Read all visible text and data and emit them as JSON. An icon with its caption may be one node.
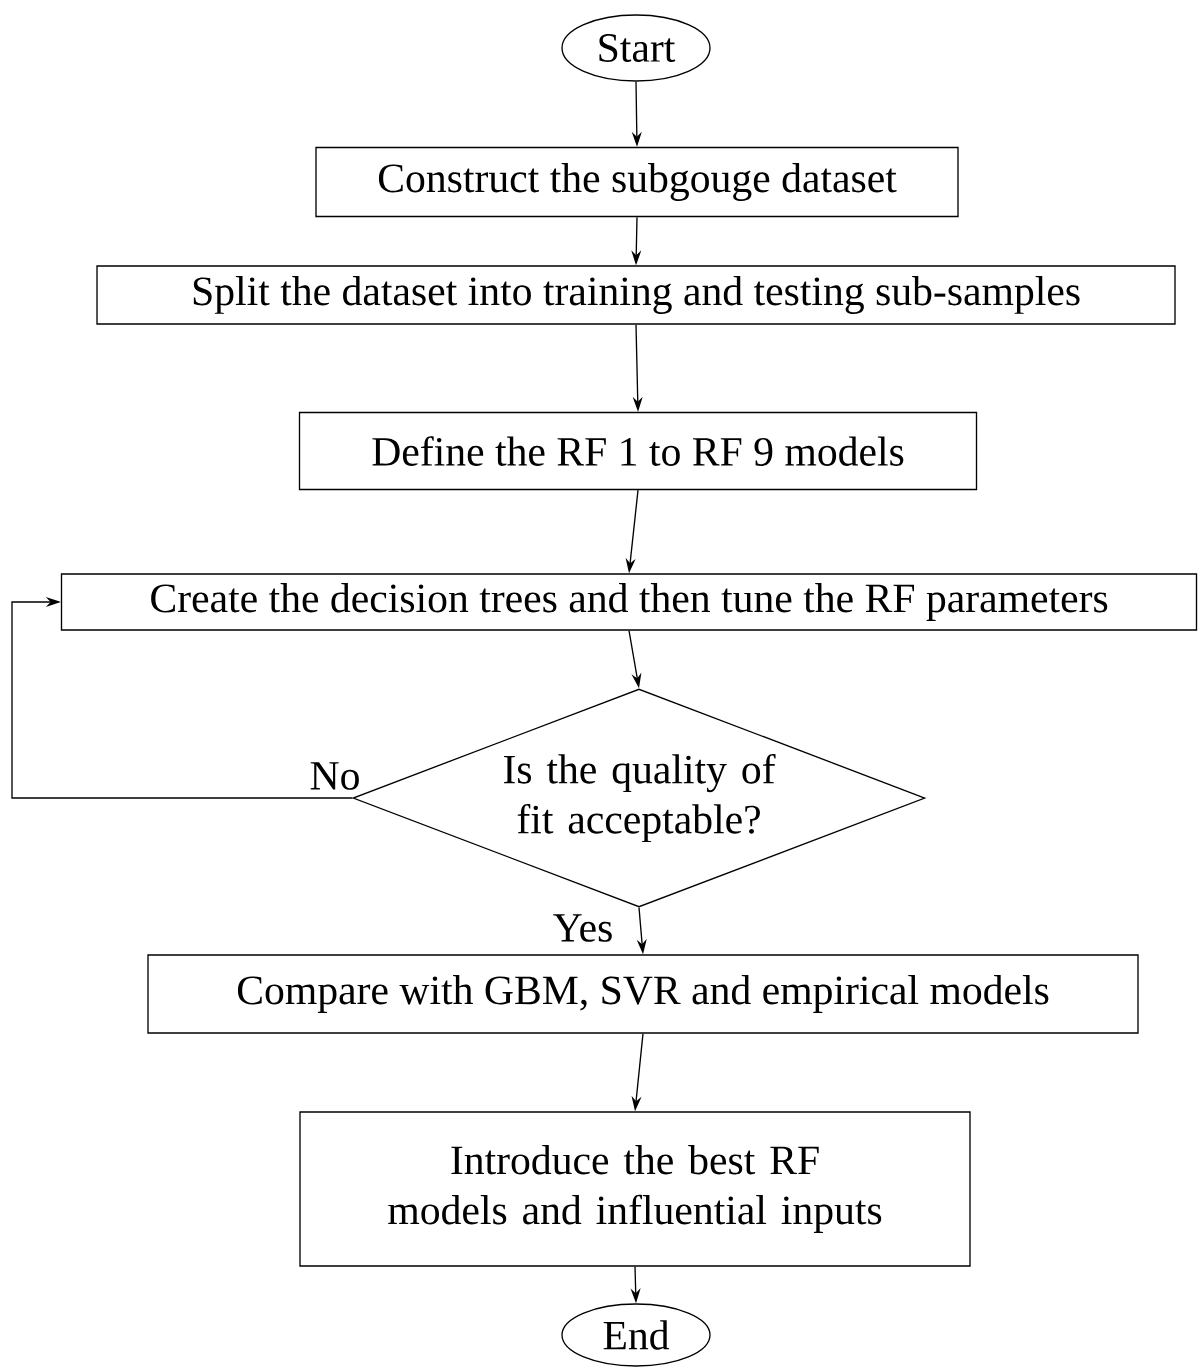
{
  "diagram": {
    "nodes": [
      {
        "text": [
          "Start"
        ]
      },
      {
        "text": [
          "Construct the subgouge dataset"
        ]
      },
      {
        "text": [
          "Split the dataset into training and testing sub-samples"
        ]
      },
      {
        "text": [
          "Define the RF 1 to RF 9 models"
        ]
      },
      {
        "text": [
          "Create the decision trees and then tune the RF parameters"
        ]
      },
      {
        "text": [
          "Is the quality of fit acceptable?"
        ]
      },
      {
        "text": [
          "Compare with GBM, SVR and empirical models"
        ]
      },
      {
        "text": [
          "Introduce the best RF models and influential inputs"
        ]
      },
      {
        "text": [
          "End"
        ]
      }
    ],
    "edges": [
      {
        "from": 0,
        "to": 1,
        "arrow": "to"
      },
      {
        "from": 1,
        "to": 2,
        "arrow": "to"
      },
      {
        "from": 2,
        "to": 3,
        "arrow": "to"
      },
      {
        "from": 3,
        "to": 4,
        "arrow": "to"
      },
      {
        "from": 4,
        "to": 5,
        "arrow": "to"
      },
      {
        "from": 5,
        "to": 6,
        "label": "Yes",
        "arrow": "to"
      },
      {
        "from": 6,
        "to": 7,
        "arrow": "to"
      },
      {
        "from": 7,
        "to": 8,
        "arrow": "to"
      },
      {
        "from": 5,
        "to": 4,
        "label": "No",
        "arrow": "to"
      }
    ]
  }
}
